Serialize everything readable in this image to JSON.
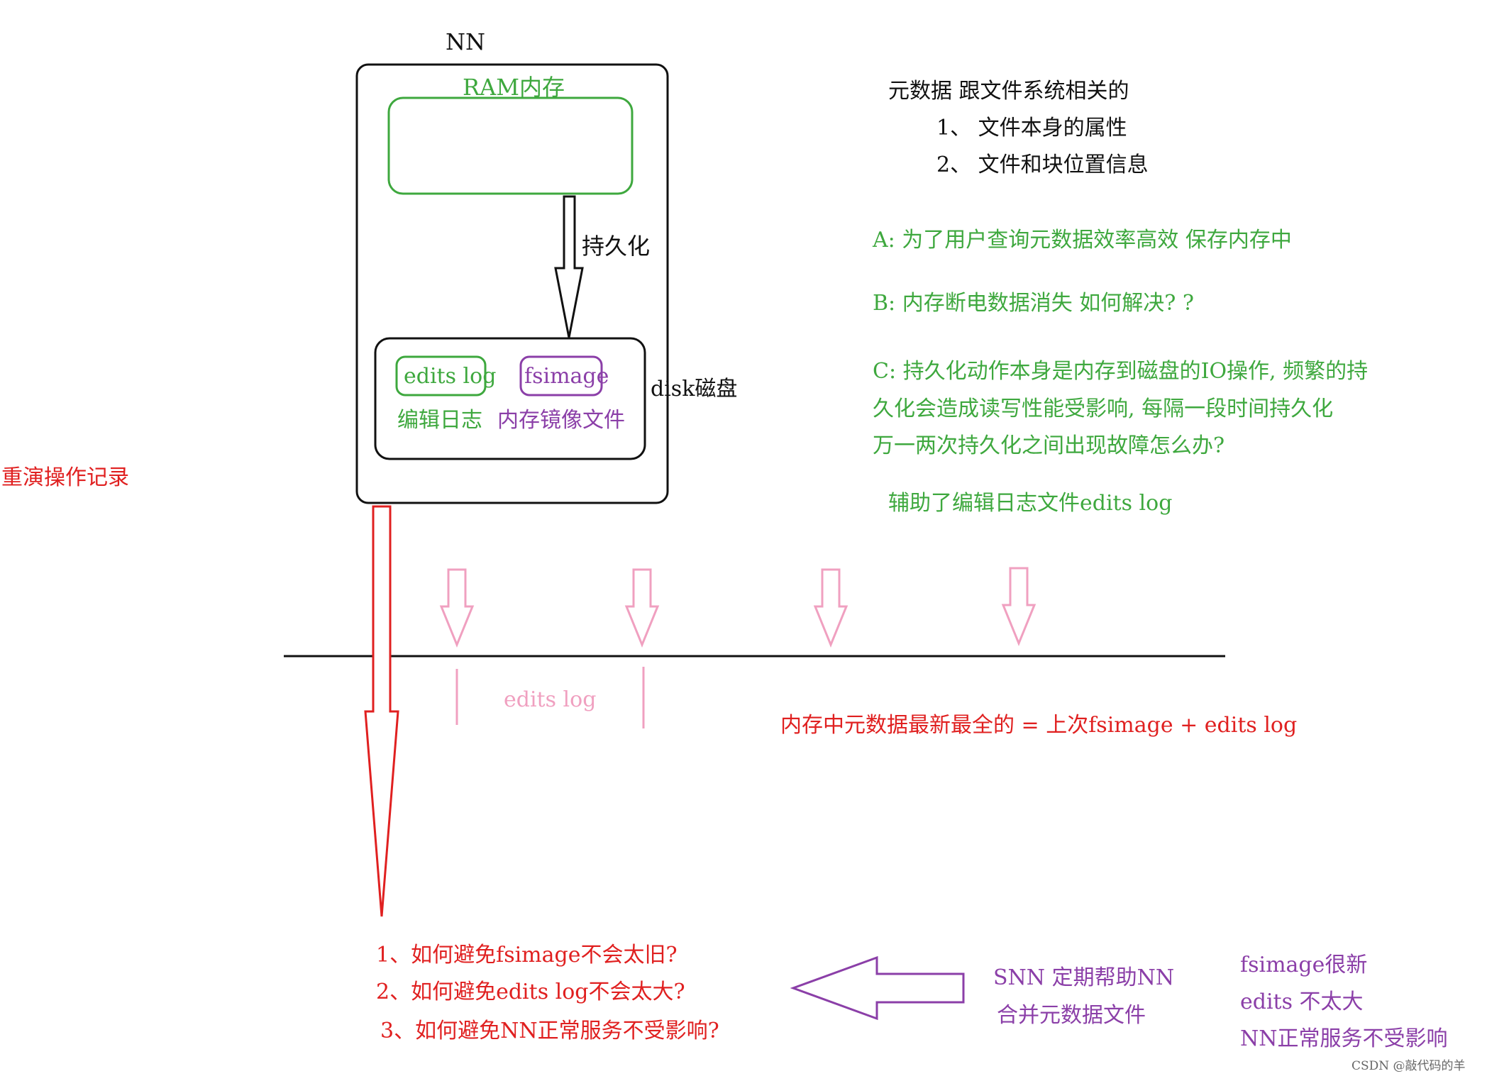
{
  "colors": {
    "black": "#111111",
    "green": "#3ea83e",
    "purple": "#8b3fa8",
    "red": "#e02020",
    "pink": "#f0a0c0",
    "gray": "#666666"
  },
  "nn": {
    "title": "NN",
    "ram_label": "RAM内存",
    "persist_label": "持久化",
    "disk_label": "disk磁盘",
    "edits_box": "edits log",
    "fsimage_box": "fsimage",
    "edits_desc": "编辑日志",
    "fsimage_desc": "内存镜像文件"
  },
  "metadata": {
    "heading": "元数据 跟文件系统相关的",
    "item1": "1、 文件本身的属性",
    "item2": "2、 文件和块位置信息"
  },
  "notes": {
    "a": "A:  为了用户查询元数据效率高效 保存内存中",
    "b": "B:  内存断电数据消失  如何解决?  ?",
    "c1": "C:  持久化动作本身是内存到磁盘的IO操作, 频繁的持",
    "c2": "久化会造成读写性能受影响, 每隔一段时间持久化",
    "c3": "万一两次持久化之间出现故障怎么办?",
    "assist": "辅助了编辑日志文件edits log"
  },
  "replay_label": "重演操作记录",
  "timeline": {
    "edits_label": "edits log",
    "formula": "内存中元数据最新最全的 = 上次fsimage + edits log"
  },
  "questions": {
    "q1": "1、如何避免fsimage不会太旧?",
    "q2": "2、如何避免edits log不会太大?",
    "q3": "3、如何避免NN正常服务不受影响?"
  },
  "snn": {
    "line1": "SNN 定期帮助NN",
    "line2": "合并元数据文件"
  },
  "result": {
    "line1": "fsimage很新",
    "line2": "edits 不太大",
    "line3": "NN正常服务不受影响"
  },
  "watermark": "CSDN @敲代码的羊"
}
